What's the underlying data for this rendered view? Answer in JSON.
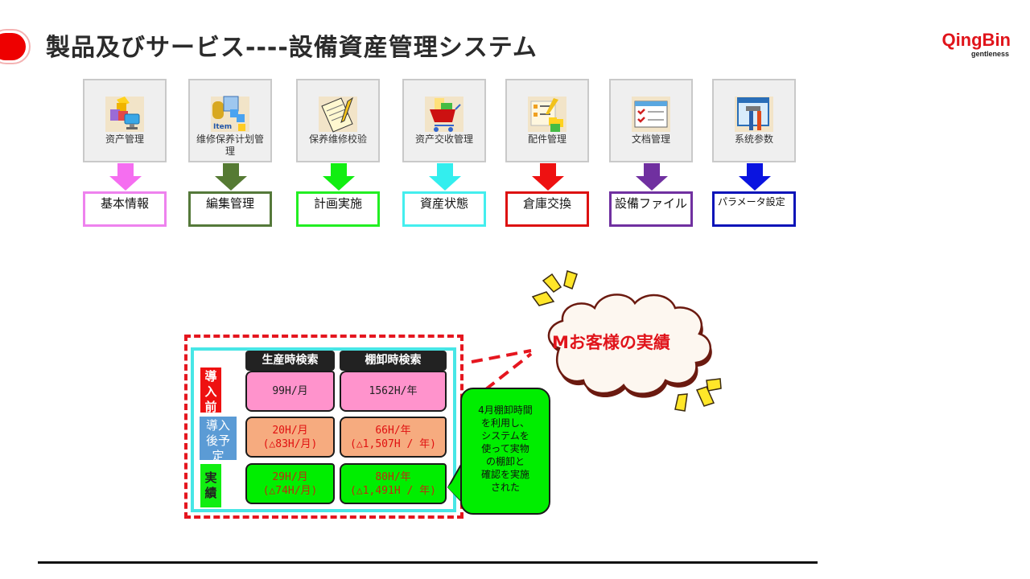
{
  "header": {
    "title": "製品及びサービス----設備資産管理システム",
    "logo": {
      "name": "QingBin",
      "tagline": "gentleness",
      "color": "#e0141b"
    }
  },
  "modules": [
    {
      "label": "资产管理",
      "icon": "asset-cubes-computer-icon",
      "arrow_color": "#f56ef0",
      "category": "基本情報",
      "category_color": "#ee82ee"
    },
    {
      "label": "维修保养计划管理",
      "icon": "item-database-plan-icon",
      "arrow_color": "#557a33",
      "category": "編集管理",
      "category_color": "#55793a"
    },
    {
      "label": "保养维修校验",
      "icon": "notepad-pencil-icon",
      "arrow_color": "#11ee11",
      "category": "計画実施",
      "category_color": "#22ee22"
    },
    {
      "label": "资产交收管理",
      "icon": "shopping-cart-icon",
      "arrow_color": "#33eeee",
      "category": "資産状態",
      "category_color": "#44eeee"
    },
    {
      "label": "配件管理",
      "icon": "checklist-cubes-icon",
      "arrow_color": "#ee1111",
      "category": "倉庫交換",
      "category_color": "#dd1111"
    },
    {
      "label": "文档管理",
      "icon": "document-checklist-icon",
      "arrow_color": "#7030a0",
      "category": "設備ファイル",
      "category_color": "#7030a0"
    },
    {
      "label": "系统参数",
      "icon": "tools-window-icon",
      "arrow_color": "#0a14e0",
      "category": "パラメータ設定",
      "category_color": "#0a14b8"
    }
  ],
  "results": {
    "columns": [
      "生産時検索",
      "棚卸時検索"
    ],
    "rows": [
      {
        "tag": "導入前",
        "tag_lines": [
          "導",
          "入",
          "前"
        ],
        "tag_bg": "#ee1111",
        "tag_fg": "#ffffff",
        "style": "pink",
        "cells": [
          [
            "99H/月"
          ],
          [
            "1562H/年"
          ]
        ]
      },
      {
        "tag": "導入後予定",
        "tag_lines": [
          "導入",
          "後予",
          "定"
        ],
        "tag_bg": "#5b9bd5",
        "tag_fg": "#ffffff",
        "style": "orange",
        "cells": [
          [
            "20H/月",
            "(△83H/月)"
          ],
          [
            "66H/年",
            "(△1,507H / 年)"
          ]
        ]
      },
      {
        "tag": "実績",
        "tag_lines": [
          "実",
          "績"
        ],
        "tag_bg": "#11ee11",
        "tag_fg": "#222222",
        "style": "green",
        "cells": [
          [
            "29H/月",
            "(△74H/月)"
          ],
          [
            "80H/年",
            "(△1,491H / 年)"
          ]
        ]
      }
    ]
  },
  "callout": {
    "lines": [
      "4月棚卸時間",
      "を利用し、",
      "システムを",
      "使って実物",
      "の棚卸と",
      "確認を実施",
      "された"
    ]
  },
  "cloud": {
    "text": "Mお客様の実績"
  }
}
